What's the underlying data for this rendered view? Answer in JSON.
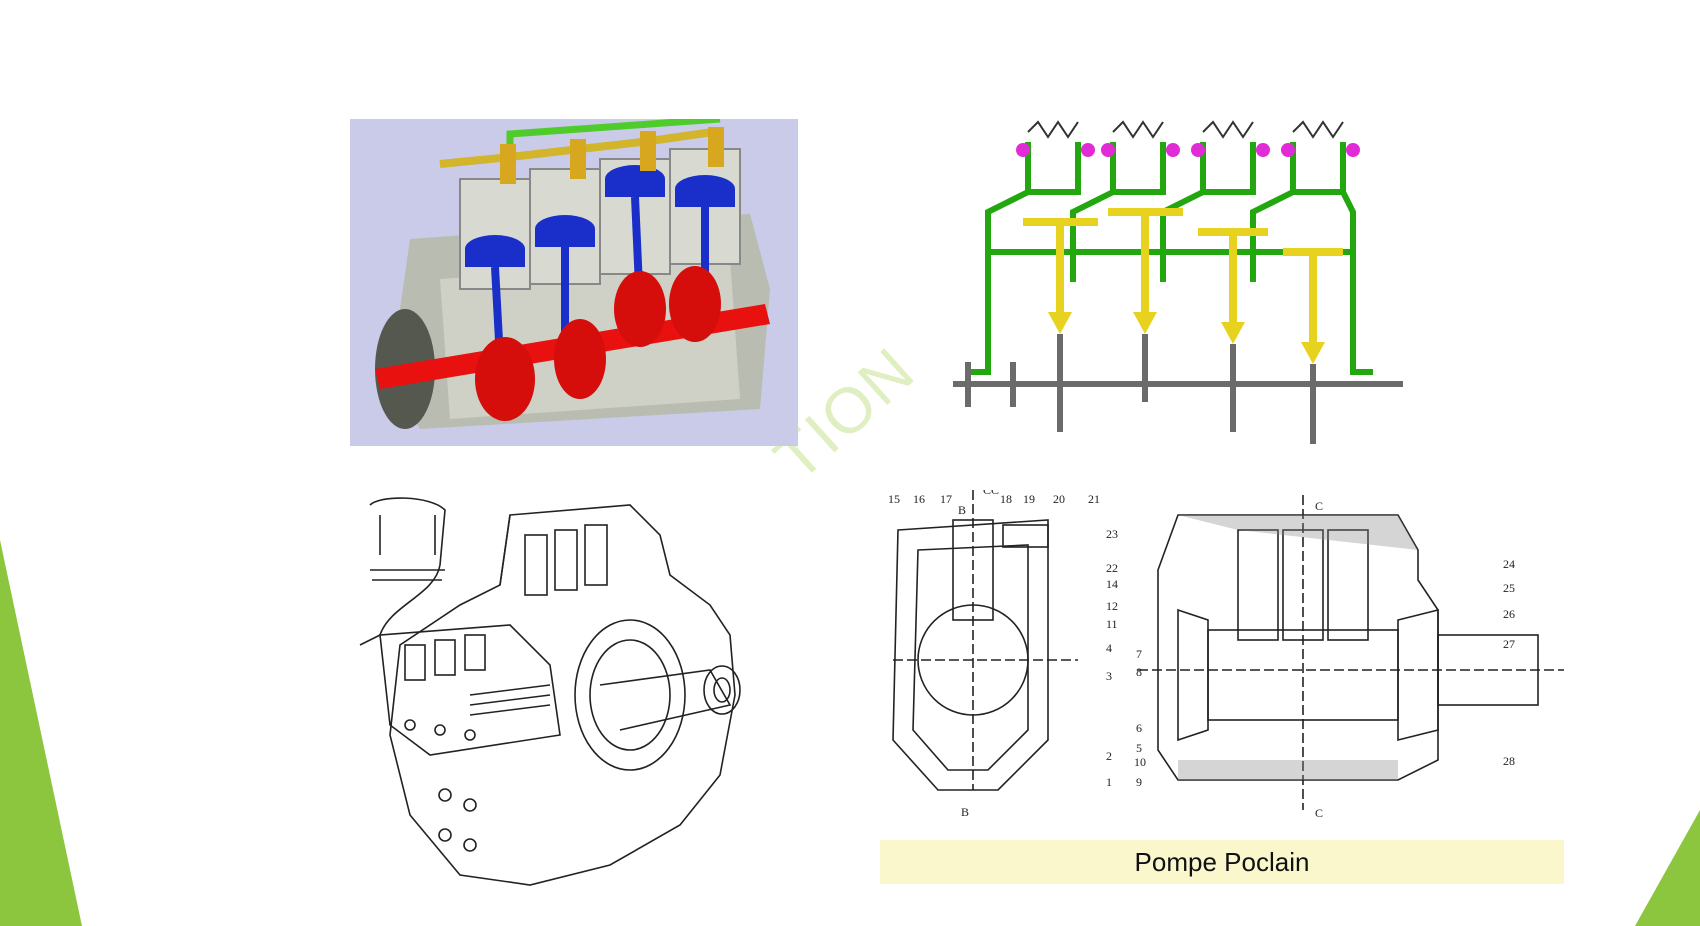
{
  "caption": "Pompe Poclain",
  "watermark": "TION",
  "diagram_labels": {
    "top": [
      "15",
      "16",
      "17",
      "B",
      "CC",
      "18",
      "19",
      "20",
      "21"
    ],
    "right_column": [
      "23",
      "22",
      "14",
      "12",
      "11",
      "4",
      "3",
      "2",
      "1"
    ],
    "left_column": [
      "7",
      "8",
      "6",
      "5",
      "10",
      "9"
    ],
    "far_right": [
      "24",
      "25",
      "26",
      "27",
      "28"
    ],
    "section_marks": [
      "B",
      "C",
      "C"
    ]
  },
  "colors": {
    "accent_green": "#8cc63f",
    "caption_bg": "#fbf7cc",
    "engine_crankshaft": "#e8110f",
    "engine_piston": "#1a2fc9",
    "circuit_green": "#22a80e",
    "circuit_yellow": "#e7d21f",
    "circuit_magenta": "#e02bd6"
  },
  "icons": {
    "engine_illustration": "engine-cutaway-illustration",
    "circuit_schematic": "pump-circuit-schematic",
    "pump_drawing": "radial-pump-line-drawing",
    "section_drawing": "pump-section-drawing"
  }
}
